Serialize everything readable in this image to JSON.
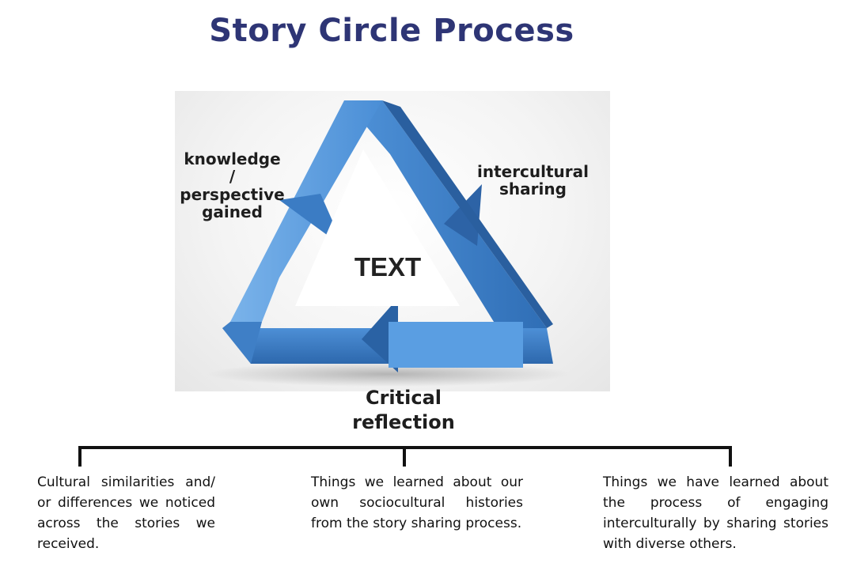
{
  "title": "Story Circle Process",
  "cycle": {
    "labels": {
      "knowledge": "knowledge / perspective gained",
      "intercultural": "intercultural sharing",
      "center": "TEXT",
      "critical": "Critical reflection"
    },
    "colors": {
      "arrow_light": "#5b9ee0",
      "arrow_mid": "#3f82cc",
      "arrow_dark": "#2a64a8",
      "title": "#2e3575"
    }
  },
  "notes": [
    "Cultural similarities and/ or differences we noticed across the stories we received.",
    "Things we learned about our own sociocultural histories from the story sharing process.",
    "Things we have learned about the process of engaging interculturally by sharing stories with diverse others."
  ]
}
